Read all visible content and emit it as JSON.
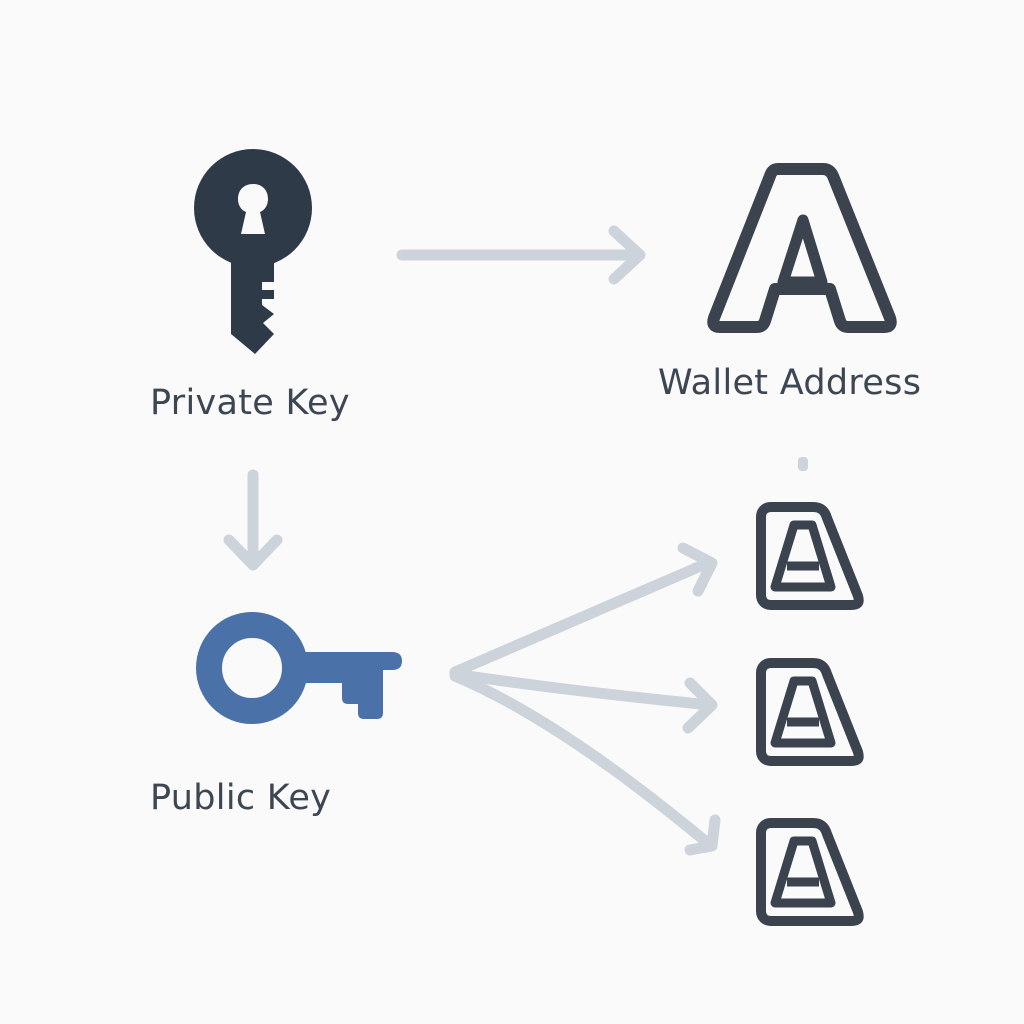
{
  "labels": {
    "private_key": "Private Key",
    "wallet_address": "Wallet Address",
    "public_key": "Public Key"
  },
  "icons": {
    "private_key": "keyhole-key-icon",
    "public_key": "key-icon",
    "wallet_address": "address-a-icon",
    "derived_addresses": [
      "address-a-icon",
      "address-a-icon",
      "address-a-icon"
    ]
  },
  "colors": {
    "background": "#fafafa",
    "text": "#3d4653",
    "private_key": "#2f3a48",
    "public_key": "#4a72a8",
    "address": "#3a434e",
    "arrow": "#cdd3db"
  }
}
